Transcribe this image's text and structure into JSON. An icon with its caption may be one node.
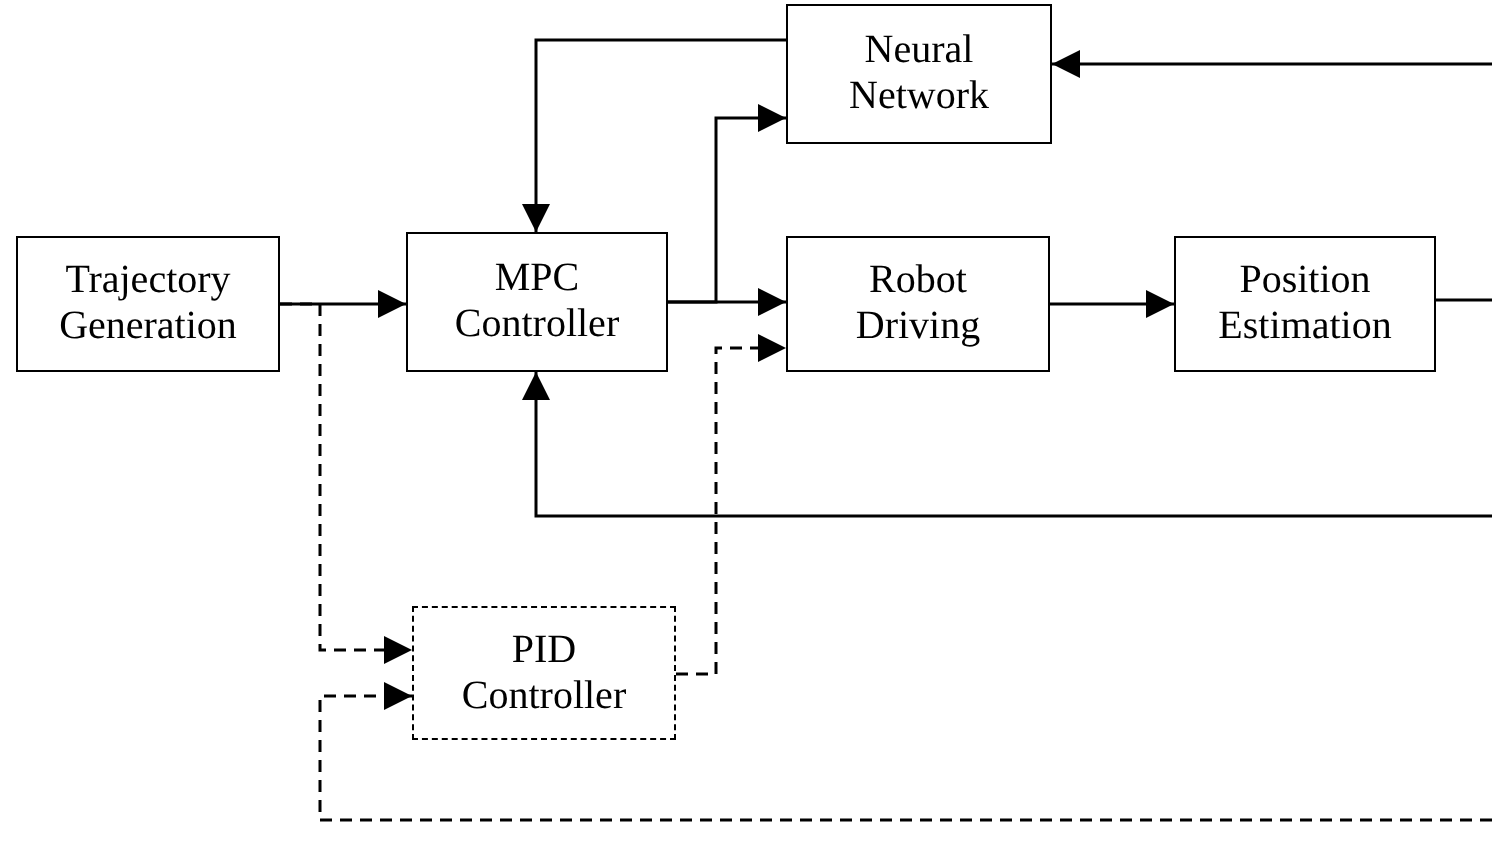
{
  "diagram": {
    "nodes": [
      {
        "text": [
          "Trajectory Generation"
        ]
      },
      {
        "text": [
          "MPC Controller"
        ]
      },
      {
        "text": [
          "Neural Network"
        ]
      },
      {
        "text": [
          "Robot Driving"
        ]
      },
      {
        "text": [
          "Position Estimation"
        ]
      },
      {
        "text": [
          "PID Controller"
        ]
      }
    ],
    "edges": [
      {
        "from": 0,
        "to": 1,
        "arrow": "to"
      },
      {
        "from": 1,
        "to": 3,
        "arrow": "to"
      },
      {
        "from": 1,
        "to": 2,
        "arrow": "to"
      },
      {
        "from": 2,
        "to": 1,
        "arrow": "to"
      },
      {
        "from": 3,
        "to": 4,
        "arrow": "to"
      },
      {
        "from": 4,
        "to": null,
        "arrow": "none"
      },
      {
        "from": null,
        "to": 2,
        "arrow": "to"
      },
      {
        "from": null,
        "to": 1,
        "arrow": "to"
      },
      {
        "from": 0,
        "to": 5,
        "arrow": "to",
        "style": "dashed"
      },
      {
        "from": 5,
        "to": 3,
        "arrow": "to",
        "style": "dashed"
      },
      {
        "from": null,
        "to": 5,
        "arrow": "to",
        "style": "dashed"
      }
    ]
  }
}
